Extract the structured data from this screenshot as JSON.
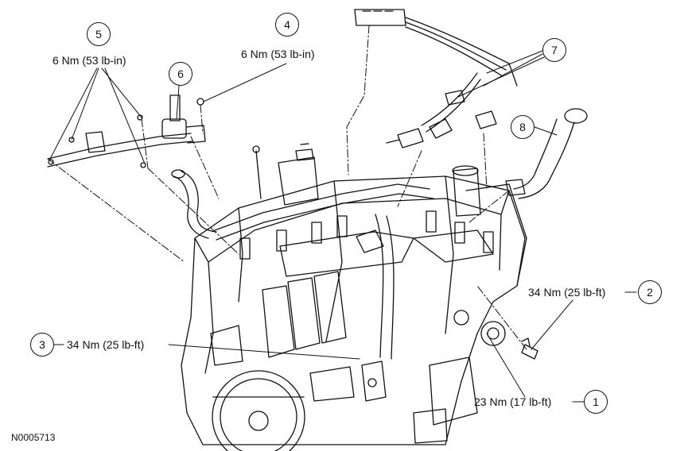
{
  "figure_id": "N0005713",
  "callouts": [
    {
      "number": "1",
      "torque": "23 Nm (17 lb-ft)"
    },
    {
      "number": "2",
      "torque": "34 Nm (25 lb-ft)"
    },
    {
      "number": "3",
      "torque": "34 Nm (25 lb-ft)"
    },
    {
      "number": "4",
      "torque": "6 Nm (53 lb-in)"
    },
    {
      "number": "5",
      "torque": "6 Nm (53 lb-in)"
    },
    {
      "number": "6",
      "torque": ""
    },
    {
      "number": "7",
      "torque": ""
    },
    {
      "number": "8",
      "torque": ""
    }
  ],
  "colors": {
    "line": "#111111",
    "background": "#ffffff"
  }
}
